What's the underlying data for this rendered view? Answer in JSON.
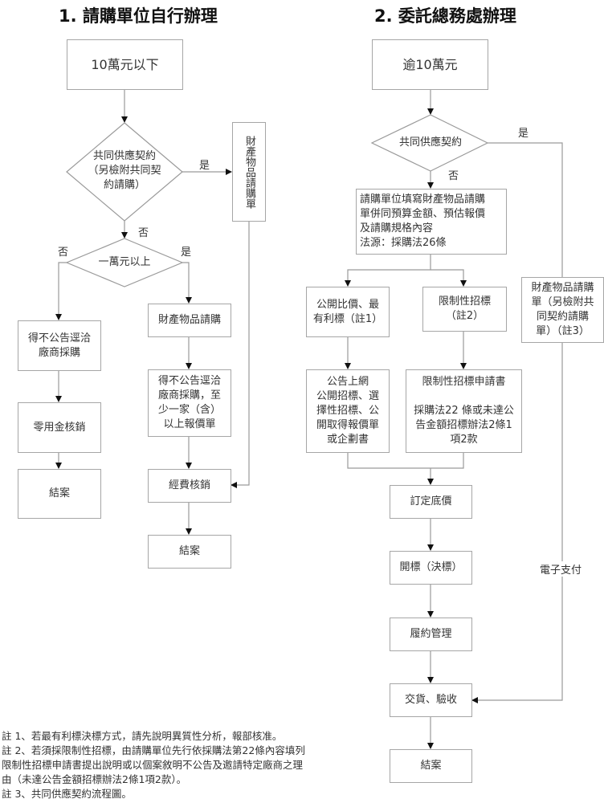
{
  "left": {
    "title": "1. 請購單位自行辦理",
    "start": "10萬元以下",
    "decision_contract": "共同供應契約\n（另檢附共同契\n約請購）",
    "yes_label": "是",
    "no_label": "否",
    "side_form": "財產物品請購單",
    "decision_amount": "一萬元以上",
    "amount_no_label": "否",
    "amount_yes_label": "是",
    "no_branch": [
      "得不公告逕洽\n廠商採購",
      "零用金核銷",
      "結案"
    ],
    "yes_branch": [
      "財產物品請購",
      "得不公告逕洽\n廠商採購，至\n少一家（含）\n以上報價單",
      "經費核銷",
      "結案"
    ]
  },
  "right": {
    "title": "2. 委託總務處辦理",
    "start": "逾10萬元",
    "decision_contract": "共同供應契約",
    "yes_label": "是",
    "no_label": "否",
    "fill_form": "請購單位填寫財產物品請購\n單併同預算金額、預估報價\n及請購規格內容\n法源：採購法26條",
    "branch_a": "公開比價、最\n有利標（註1）",
    "branch_b": "限制性招標\n（註2）",
    "branch_a_detail": "公告上網\n公開招標、選\n擇性招標、公\n開取得報價單\n或企劃書",
    "branch_b_detail": "限制性招標申請書\n\n採購法22 條或未達公\n告金額招標辦法2條1\n項2款",
    "contract_form": "財產物品請購\n單（另檢附共\n同契約請購\n單）（註3）",
    "epay_label": "電子支付",
    "steps": [
      "訂定底價",
      "開標（決標）",
      "履約管理",
      "交貨、驗收",
      "結案"
    ]
  },
  "notes": [
    "註 1、若最有利標決標方式，請先說明異質性分析，報部核准。",
    "註 2、若須採限制性招標，由請購單位先行依採購法第22條內容填列",
    "限制性招標申請書提出說明或以個案敘明不公告及邀請特定廠商之理",
    "由（未達公告金額招標辦法2條1項2款）。",
    "註 3、共同供應契約流程圖。"
  ]
}
